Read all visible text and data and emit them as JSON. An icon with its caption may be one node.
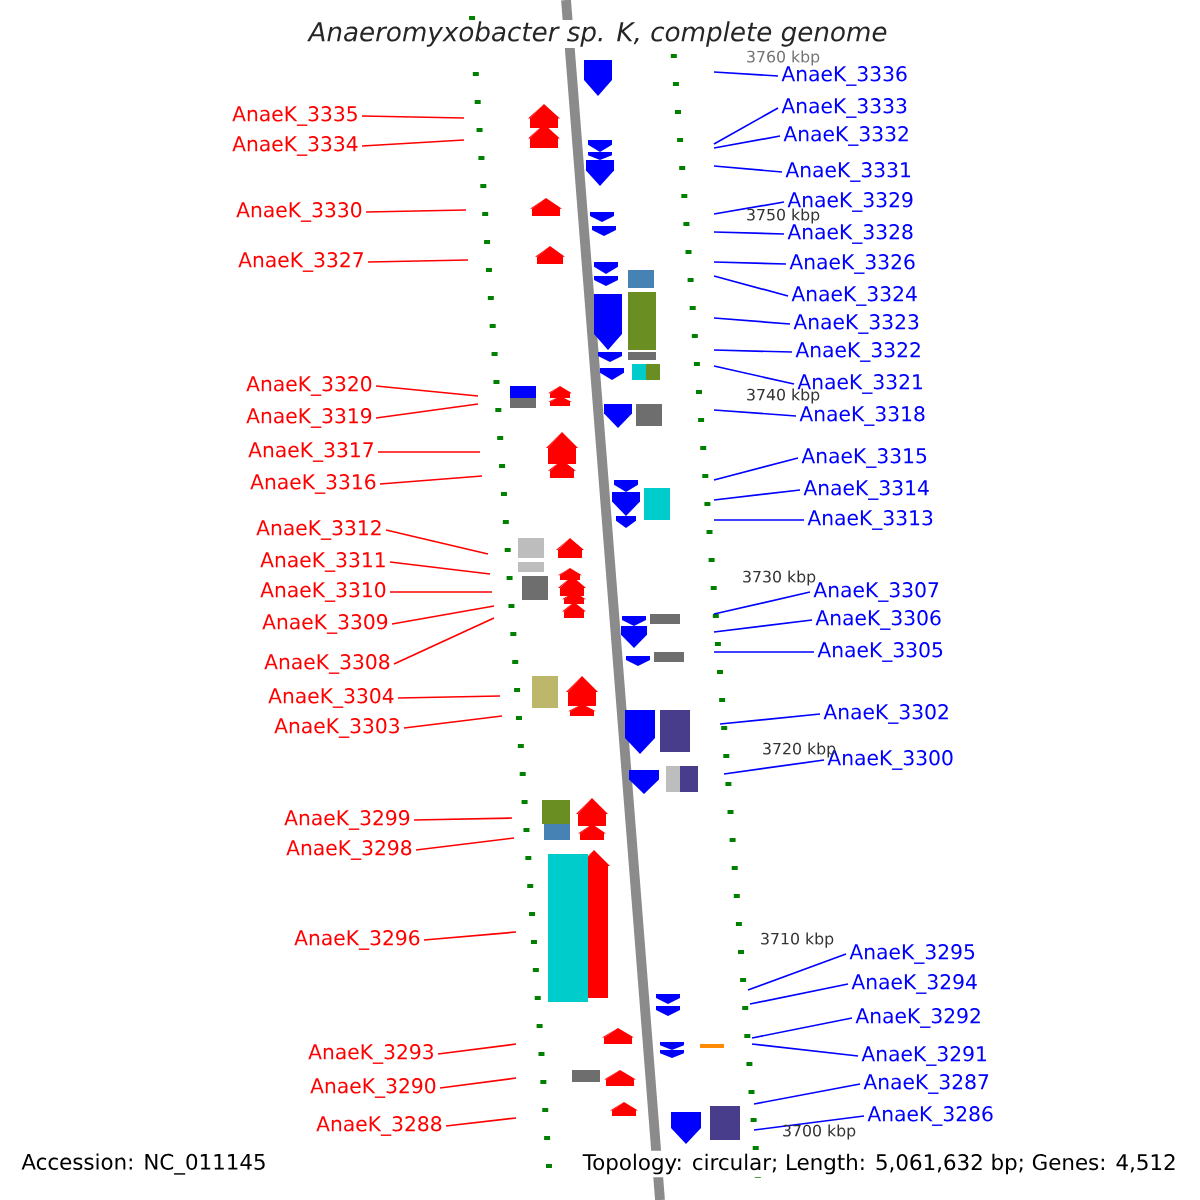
{
  "diagram": {
    "title": "Anaeromyxobacter sp. K, complete genome",
    "nodes": [
      {
        "text": [
          "AnaeK_3335"
        ]
      },
      {
        "text": [
          "AnaeK_3334"
        ]
      },
      {
        "text": [
          "AnaeK_3330"
        ]
      },
      {
        "text": [
          "AnaeK_3327"
        ]
      },
      {
        "text": [
          "AnaeK_3320"
        ]
      },
      {
        "text": [
          "AnaeK_3319"
        ]
      },
      {
        "text": [
          "AnaeK_3317"
        ]
      },
      {
        "text": [
          "AnaeK_3316"
        ]
      },
      {
        "text": [
          "AnaeK_3312"
        ]
      },
      {
        "text": [
          "AnaeK_3311"
        ]
      },
      {
        "text": [
          "AnaeK_3310"
        ]
      },
      {
        "text": [
          "AnaeK_3309"
        ]
      },
      {
        "text": [
          "AnaeK_3308"
        ]
      },
      {
        "text": [
          "AnaeK_3304"
        ]
      },
      {
        "text": [
          "AnaeK_3303"
        ]
      },
      {
        "text": [
          "AnaeK_3299"
        ]
      },
      {
        "text": [
          "AnaeK_3298"
        ]
      },
      {
        "text": [
          "AnaeK_3296"
        ]
      },
      {
        "text": [
          "AnaeK_3293"
        ]
      },
      {
        "text": [
          "AnaeK_3290"
        ]
      },
      {
        "text": [
          "AnaeK_3288"
        ]
      },
      {
        "text": [
          "AnaeK_3336"
        ]
      },
      {
        "text": [
          "AnaeK_3333"
        ]
      },
      {
        "text": [
          "AnaeK_3332"
        ]
      },
      {
        "text": [
          "AnaeK_3331"
        ]
      },
      {
        "text": [
          "AnaeK_3329"
        ]
      },
      {
        "text": [
          "AnaeK_3328"
        ]
      },
      {
        "text": [
          "AnaeK_3326"
        ]
      },
      {
        "text": [
          "AnaeK_3324"
        ]
      },
      {
        "text": [
          "AnaeK_3323"
        ]
      },
      {
        "text": [
          "AnaeK_3322"
        ]
      },
      {
        "text": [
          "AnaeK_3321"
        ]
      },
      {
        "text": [
          "AnaeK_3318"
        ]
      },
      {
        "text": [
          "AnaeK_3315"
        ]
      },
      {
        "text": [
          "AnaeK_3314"
        ]
      },
      {
        "text": [
          "AnaeK_3313"
        ]
      },
      {
        "text": [
          "AnaeK_3307"
        ]
      },
      {
        "text": [
          "AnaeK_3306"
        ]
      },
      {
        "text": [
          "AnaeK_3305"
        ]
      },
      {
        "text": [
          "AnaeK_3302"
        ]
      },
      {
        "text": [
          "AnaeK_3300"
        ]
      },
      {
        "text": [
          "AnaeK_3295"
        ]
      },
      {
        "text": [
          "AnaeK_3294"
        ]
      },
      {
        "text": [
          "AnaeK_3292"
        ]
      },
      {
        "text": [
          "AnaeK_3291"
        ]
      },
      {
        "text": [
          "AnaeK_3287"
        ]
      },
      {
        "text": [
          "AnaeK_3286"
        ]
      }
    ],
    "edges": [
      {
        "from": 0,
        "to": null,
        "arrow": "none",
        "color": "#ff0000"
      },
      {
        "from": 1,
        "to": null,
        "arrow": "none",
        "color": "#ff0000"
      },
      {
        "from": 2,
        "to": null,
        "arrow": "none",
        "color": "#ff0000"
      },
      {
        "from": 3,
        "to": null,
        "arrow": "none",
        "color": "#ff0000"
      },
      {
        "from": 4,
        "to": null,
        "arrow": "none",
        "color": "#ff0000"
      },
      {
        "from": 5,
        "to": null,
        "arrow": "none",
        "color": "#ff0000"
      },
      {
        "from": 6,
        "to": null,
        "arrow": "none",
        "color": "#ff0000"
      },
      {
        "from": 7,
        "to": null,
        "arrow": "none",
        "color": "#ff0000"
      },
      {
        "from": 8,
        "to": null,
        "arrow": "none",
        "color": "#ff0000"
      },
      {
        "from": 9,
        "to": null,
        "arrow": "none",
        "color": "#ff0000"
      },
      {
        "from": 10,
        "to": null,
        "arrow": "none",
        "color": "#ff0000"
      },
      {
        "from": 11,
        "to": null,
        "arrow": "none",
        "color": "#ff0000"
      },
      {
        "from": 12,
        "to": null,
        "arrow": "none",
        "color": "#ff0000"
      },
      {
        "from": 13,
        "to": null,
        "arrow": "none",
        "color": "#ff0000"
      },
      {
        "from": 14,
        "to": null,
        "arrow": "none",
        "color": "#ff0000"
      },
      {
        "from": 15,
        "to": null,
        "arrow": "none",
        "color": "#ff0000"
      },
      {
        "from": 16,
        "to": null,
        "arrow": "none",
        "color": "#ff0000"
      },
      {
        "from": 17,
        "to": null,
        "arrow": "none",
        "color": "#ff0000"
      },
      {
        "from": 18,
        "to": null,
        "arrow": "none",
        "color": "#ff0000"
      },
      {
        "from": 19,
        "to": null,
        "arrow": "none",
        "color": "#ff0000"
      },
      {
        "from": 20,
        "to": null,
        "arrow": "none",
        "color": "#ff0000"
      },
      {
        "from": 21,
        "to": null,
        "arrow": "none",
        "color": "#0000ff"
      },
      {
        "from": 22,
        "to": null,
        "arrow": "none",
        "color": "#0000ff"
      },
      {
        "from": 23,
        "to": null,
        "arrow": "none",
        "color": "#0000ff"
      },
      {
        "from": 24,
        "to": null,
        "arrow": "none",
        "color": "#0000ff"
      },
      {
        "from": 25,
        "to": null,
        "arrow": "none",
        "color": "#0000ff"
      },
      {
        "from": 26,
        "to": null,
        "arrow": "none",
        "color": "#0000ff"
      },
      {
        "from": 27,
        "to": null,
        "arrow": "none",
        "color": "#0000ff"
      },
      {
        "from": 28,
        "to": null,
        "arrow": "none",
        "color": "#0000ff"
      },
      {
        "from": 29,
        "to": null,
        "arrow": "none",
        "color": "#0000ff"
      },
      {
        "from": 30,
        "to": null,
        "arrow": "none",
        "color": "#0000ff"
      },
      {
        "from": 31,
        "to": null,
        "arrow": "none",
        "color": "#0000ff"
      },
      {
        "from": 32,
        "to": null,
        "arrow": "none",
        "color": "#0000ff"
      },
      {
        "from": 33,
        "to": null,
        "arrow": "none",
        "color": "#0000ff"
      },
      {
        "from": 34,
        "to": null,
        "arrow": "none",
        "color": "#0000ff"
      },
      {
        "from": 35,
        "to": null,
        "arrow": "none",
        "color": "#0000ff"
      },
      {
        "from": 36,
        "to": null,
        "arrow": "none",
        "color": "#0000ff"
      },
      {
        "from": 37,
        "to": null,
        "arrow": "none",
        "color": "#0000ff"
      },
      {
        "from": 38,
        "to": null,
        "arrow": "none",
        "color": "#0000ff"
      },
      {
        "from": 39,
        "to": null,
        "arrow": "none",
        "color": "#0000ff"
      },
      {
        "from": 40,
        "to": null,
        "arrow": "none",
        "color": "#0000ff"
      },
      {
        "from": 41,
        "to": null,
        "arrow": "none",
        "color": "#0000ff"
      },
      {
        "from": 42,
        "to": null,
        "arrow": "none",
        "color": "#0000ff"
      },
      {
        "from": 43,
        "to": null,
        "arrow": "none",
        "color": "#0000ff"
      },
      {
        "from": 44,
        "to": null,
        "arrow": "none",
        "color": "#0000ff"
      },
      {
        "from": 45,
        "to": null,
        "arrow": "none",
        "color": "#0000ff"
      },
      {
        "from": 46,
        "to": null,
        "arrow": "none",
        "color": "#0000ff"
      }
    ],
    "labels": [
      "3760 kbp",
      "3750 kbp",
      "3740 kbp",
      "3730 kbp",
      "3720 kbp",
      "3710 kbp",
      "3700 kbp",
      "Accession: NC_011145",
      "Topology: circular; Length: 5,061,632 bp; Genes: 4,512"
    ]
  }
}
